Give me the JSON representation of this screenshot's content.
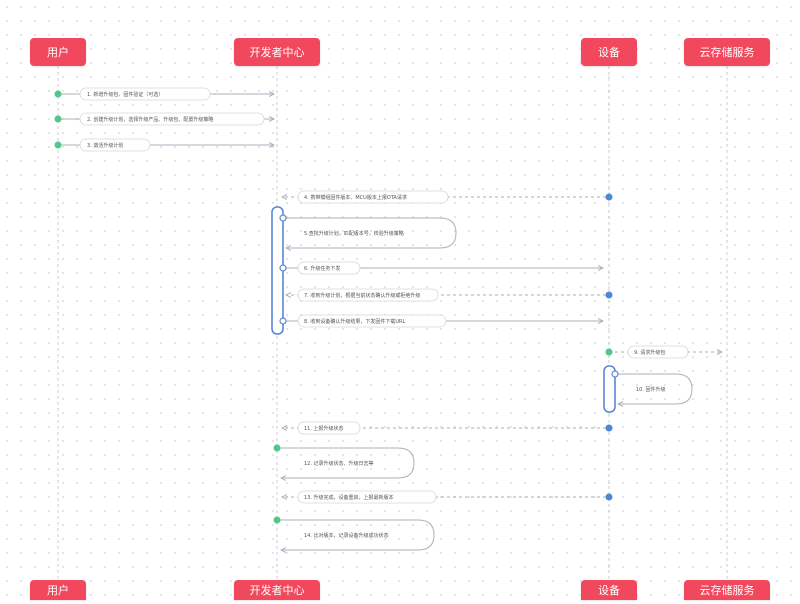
{
  "actors": {
    "user": "用户",
    "dev_center": "开发者中心",
    "device": "设备",
    "cloud_storage": "云存储服务"
  },
  "messages": [
    {
      "id": 1,
      "label": "1. 新增升级包、固件验证（可选）"
    },
    {
      "id": 2,
      "label": "2. 创建升级计划，选择升级产品、升级包、配置升级策略"
    },
    {
      "id": 3,
      "label": "3. 激活升级计划"
    },
    {
      "id": 4,
      "label": "4. 携带模组固件版本、MCU版本上报OTA请求"
    },
    {
      "id": 5,
      "label": "5.查找升级计划，匹配版本号，校验升级策略"
    },
    {
      "id": 6,
      "label": "6. 升级任务下发"
    },
    {
      "id": 7,
      "label": "7. 收到升级计划，根据当前状态确认升级或拒绝升级"
    },
    {
      "id": 8,
      "label": "8. 收到设备确认升级结果，下发固件下载URL"
    },
    {
      "id": 9,
      "label": "9. 请求升级包"
    },
    {
      "id": 10,
      "label": "10. 固件升级"
    },
    {
      "id": 11,
      "label": "11. 上报升级状态"
    },
    {
      "id": 12,
      "label": "12. 记录升级状态、升级日志等"
    },
    {
      "id": 13,
      "label": "13. 升级完成，设备重启，上报最新版本"
    },
    {
      "id": 14,
      "label": "14. 比对版本，记录设备升级成功状态"
    }
  ],
  "colors": {
    "actor_fill": "#f2485e",
    "activation_stroke": "#5b86d6",
    "green_dot": "#52c78a",
    "blue_dot": "#4f87d8"
  }
}
